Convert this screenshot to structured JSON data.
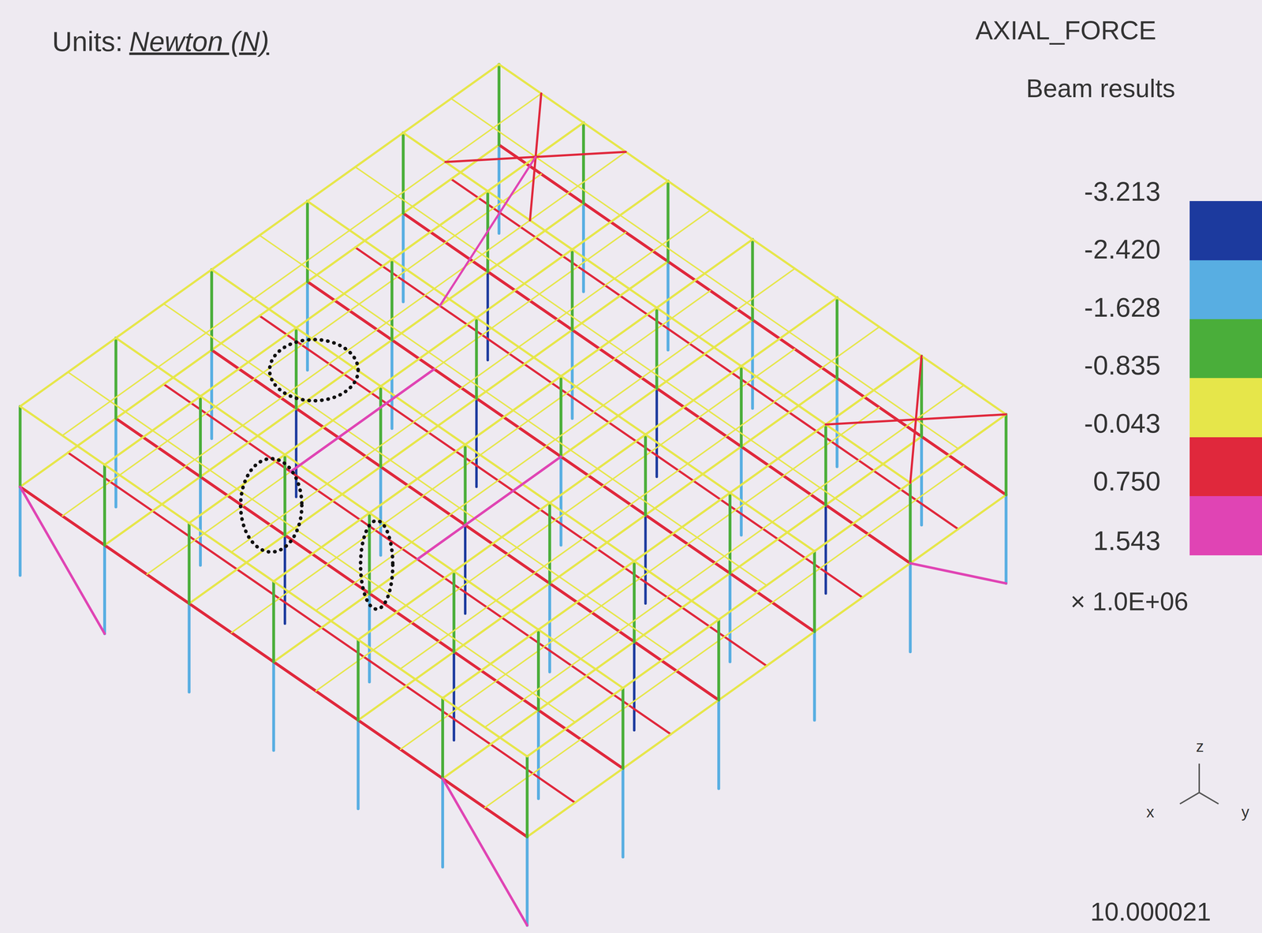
{
  "diagram": {
    "labels": [
      "Units:",
      "Newton (N)",
      "AXIAL_FORCE",
      "Beam results",
      "1.543",
      "× 1.0E+06",
      "z",
      "x",
      "y",
      "10.000021"
    ],
    "legend": [
      {
        "text": "-3.213",
        "color": "#1c3a9e"
      },
      {
        "text": "-2.420",
        "color": "#58aee2"
      },
      {
        "text": "-1.628",
        "color": "#4aae3a"
      },
      {
        "text": "-0.835",
        "color": "#e6e64a"
      },
      {
        "text": "-0.043",
        "color": "#e0283c"
      },
      {
        "text": "0.750",
        "color": "#e044b4"
      }
    ]
  }
}
